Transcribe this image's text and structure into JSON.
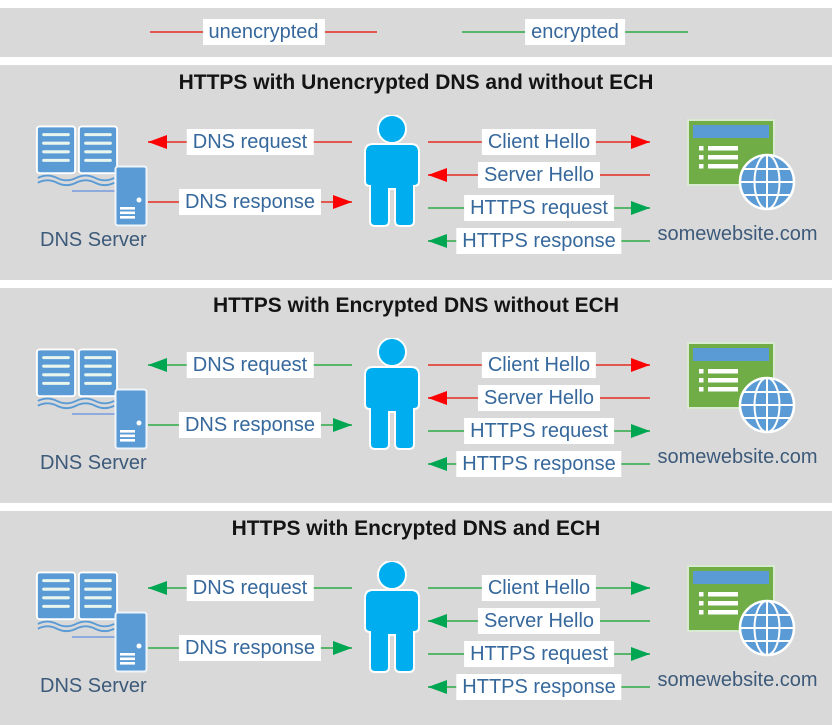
{
  "legend": {
    "items": [
      {
        "label": "unencrypted",
        "encryption": "unencrypted"
      },
      {
        "label": "encrypted",
        "encryption": "encrypted"
      }
    ]
  },
  "colors": {
    "background": "#ffffff",
    "panel_background": "#d9d9d9",
    "unencrypted_line": "#e2574f",
    "unencrypted_head": "#fe0000",
    "encrypted_line": "#58b66a",
    "encrypted_head": "#00a651",
    "label_text": "#36689c",
    "caption_text": "#3d5a7a",
    "title_text": "#141414",
    "person_blue": "#00aeef",
    "icon_blue": "#5b9bd5",
    "website_green": "#70ad47"
  },
  "panels": [
    {
      "title": "HTTPS with Unencrypted DNS and without ECH",
      "dns_server_label": "DNS Server",
      "website_label": "somewebsite.com",
      "arrows": [
        {
          "label": "DNS request",
          "direction": "left",
          "encryption": "unencrypted"
        },
        {
          "label": "DNS response",
          "direction": "right",
          "encryption": "unencrypted"
        },
        {
          "label": "Client Hello",
          "direction": "right",
          "encryption": "unencrypted"
        },
        {
          "label": "Server Hello",
          "direction": "left",
          "encryption": "unencrypted"
        },
        {
          "label": "HTTPS request",
          "direction": "right",
          "encryption": "encrypted"
        },
        {
          "label": "HTTPS response",
          "direction": "left",
          "encryption": "encrypted"
        }
      ]
    },
    {
      "title": "HTTPS with Encrypted DNS without ECH",
      "dns_server_label": "DNS Server",
      "website_label": "somewebsite.com",
      "arrows": [
        {
          "label": "DNS request",
          "direction": "left",
          "encryption": "encrypted"
        },
        {
          "label": "DNS response",
          "direction": "right",
          "encryption": "encrypted"
        },
        {
          "label": "Client Hello",
          "direction": "right",
          "encryption": "unencrypted"
        },
        {
          "label": "Server Hello",
          "direction": "left",
          "encryption": "unencrypted"
        },
        {
          "label": "HTTPS request",
          "direction": "right",
          "encryption": "encrypted"
        },
        {
          "label": "HTTPS response",
          "direction": "left",
          "encryption": "encrypted"
        }
      ]
    },
    {
      "title": "HTTPS with Encrypted DNS and ECH",
      "dns_server_label": "DNS Server",
      "website_label": "somewebsite.com",
      "arrows": [
        {
          "label": "DNS request",
          "direction": "left",
          "encryption": "encrypted"
        },
        {
          "label": "DNS response",
          "direction": "right",
          "encryption": "encrypted"
        },
        {
          "label": "Client Hello",
          "direction": "right",
          "encryption": "encrypted"
        },
        {
          "label": "Server Hello",
          "direction": "left",
          "encryption": "encrypted"
        },
        {
          "label": "HTTPS request",
          "direction": "right",
          "encryption": "encrypted"
        },
        {
          "label": "HTTPS response",
          "direction": "left",
          "encryption": "encrypted"
        }
      ]
    }
  ]
}
